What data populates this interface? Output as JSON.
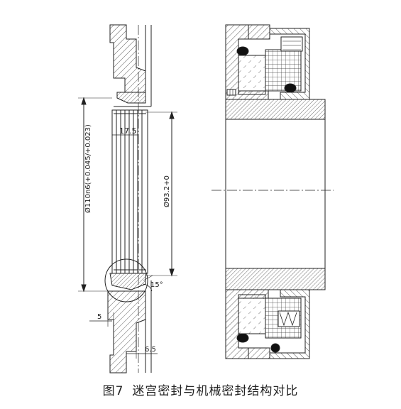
{
  "caption": {
    "figure_no": "图7",
    "title": "迷宫密封与机械密封结构对比"
  },
  "labels": {
    "dim_17_5": "17.5",
    "dim_phi110": "Ø110n6(+0.045/+0.023)",
    "dim_phi93": "Ø93.2+0",
    "angle_15": "15°",
    "dim_5": "5",
    "dim_6_5": "6.5"
  }
}
